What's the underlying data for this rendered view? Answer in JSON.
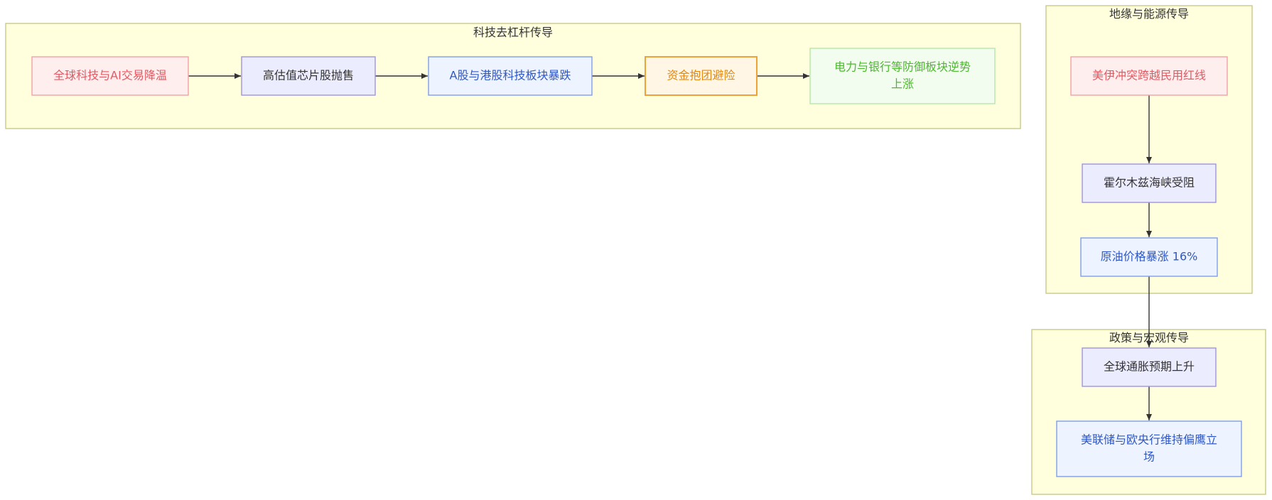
{
  "clusters": {
    "tech": {
      "title": "科技去杠杆传导"
    },
    "geo": {
      "title": "地缘与能源传导"
    },
    "policy": {
      "title": "政策与宏观传导"
    }
  },
  "nodes": {
    "ai_cooling": {
      "lines": [
        "全球科技与AI交易降温"
      ],
      "style": "danger"
    },
    "chip_selloff": {
      "lines": [
        "高估值芯片股抛售"
      ],
      "style": "neutral"
    },
    "ah_crash": {
      "lines": [
        "A股与港股科技板块暴跌"
      ],
      "style": "info"
    },
    "safe_haven": {
      "lines": [
        "资金抱团避险"
      ],
      "style": "warning"
    },
    "defensive_rise": {
      "lines": [
        "电力与银行等防御板块逆势",
        "上涨"
      ],
      "style": "success"
    },
    "us_iran": {
      "lines": [
        "美伊冲突跨越民用红线"
      ],
      "style": "danger"
    },
    "hormuz": {
      "lines": [
        "霍尔木兹海峡受阻"
      ],
      "style": "neutral"
    },
    "oil_surge": {
      "lines": [
        "原油价格暴涨 16%"
      ],
      "style": "info"
    },
    "inflation": {
      "lines": [
        "全球通胀预期上升"
      ],
      "style": "neutral"
    },
    "hawkish": {
      "lines": [
        "美联储与欧央行维持偏鹰立",
        "场"
      ],
      "style": "info"
    }
  },
  "edges": [
    [
      "ai_cooling",
      "chip_selloff"
    ],
    [
      "chip_selloff",
      "ah_crash"
    ],
    [
      "ah_crash",
      "safe_haven"
    ],
    [
      "safe_haven",
      "defensive_rise"
    ],
    [
      "us_iran",
      "hormuz"
    ],
    [
      "hormuz",
      "oil_surge"
    ],
    [
      "oil_surge",
      "inflation"
    ],
    [
      "inflation",
      "hawkish"
    ]
  ],
  "colors": {
    "danger": {
      "fill": "#ffeeee",
      "stroke": "#f2a0a8",
      "text": "#e05a63"
    },
    "neutral": {
      "fill": "#ececff",
      "stroke": "#9f95db",
      "text": "#333333"
    },
    "info": {
      "fill": "#eef4ff",
      "stroke": "#7f9ee8",
      "text": "#2f57c4"
    },
    "warning": {
      "fill": "#fff6e5",
      "stroke": "#f0a23a",
      "text": "#e08a13"
    },
    "success": {
      "fill": "#f2fdf0",
      "stroke": "#b6e6a8",
      "text": "#4cb82e"
    }
  }
}
